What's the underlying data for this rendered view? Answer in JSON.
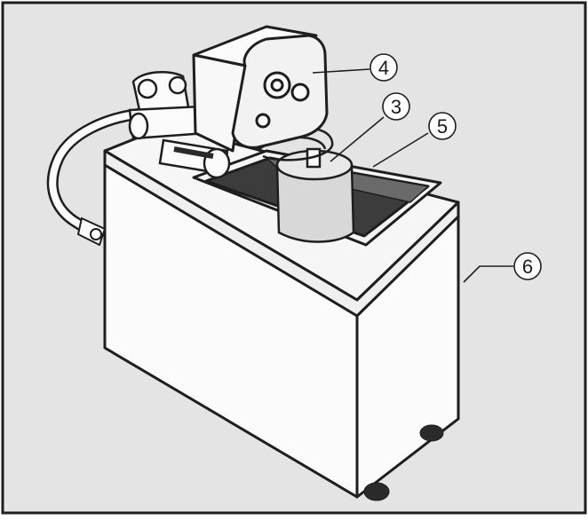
{
  "figure": {
    "description_free": true,
    "callouts": [
      {
        "id": "callout-4",
        "label": "4"
      },
      {
        "id": "callout-3",
        "label": "3"
      },
      {
        "id": "callout-5",
        "label": "5"
      },
      {
        "id": "callout-6",
        "label": "6"
      }
    ],
    "colors": {
      "background": "#e4e4e4",
      "body_fill": "#fbfbfb",
      "outline": "#1e1e1e",
      "salt_container_dark": "#3c3c3c",
      "control_box": "#f2f2f2"
    }
  }
}
